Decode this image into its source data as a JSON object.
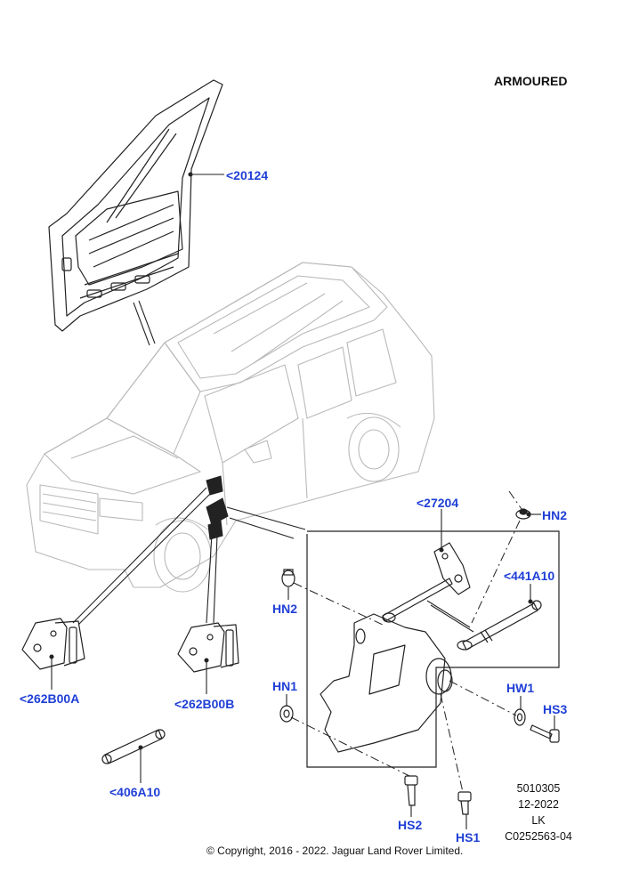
{
  "header": {
    "variant_label": "ARMOURED"
  },
  "callouts": {
    "door_shell": "<20124",
    "actuator_assembly": "<27204",
    "hn2_top": "HN2",
    "link_rod": "<441A10",
    "hn2_left": "HN2",
    "hn1": "HN1",
    "hw1": "HW1",
    "hs3": "HS3",
    "hs2": "HS2",
    "hs1": "HS1",
    "upper_hinge": "<262B00A",
    "lower_hinge": "<262B00B",
    "check_strap": "<406A10"
  },
  "meta": {
    "illustration_number": "5010305",
    "date": "12-2022",
    "initials": "LK",
    "drawing_code": "C0252563-04"
  },
  "footer": {
    "copyright": "© Copyright, 2016 - 2022. Jaguar Land Rover Limited."
  },
  "colors": {
    "callout": "#1f3fd6",
    "line_art": "#222222",
    "light_art": "#b9b9b9"
  }
}
